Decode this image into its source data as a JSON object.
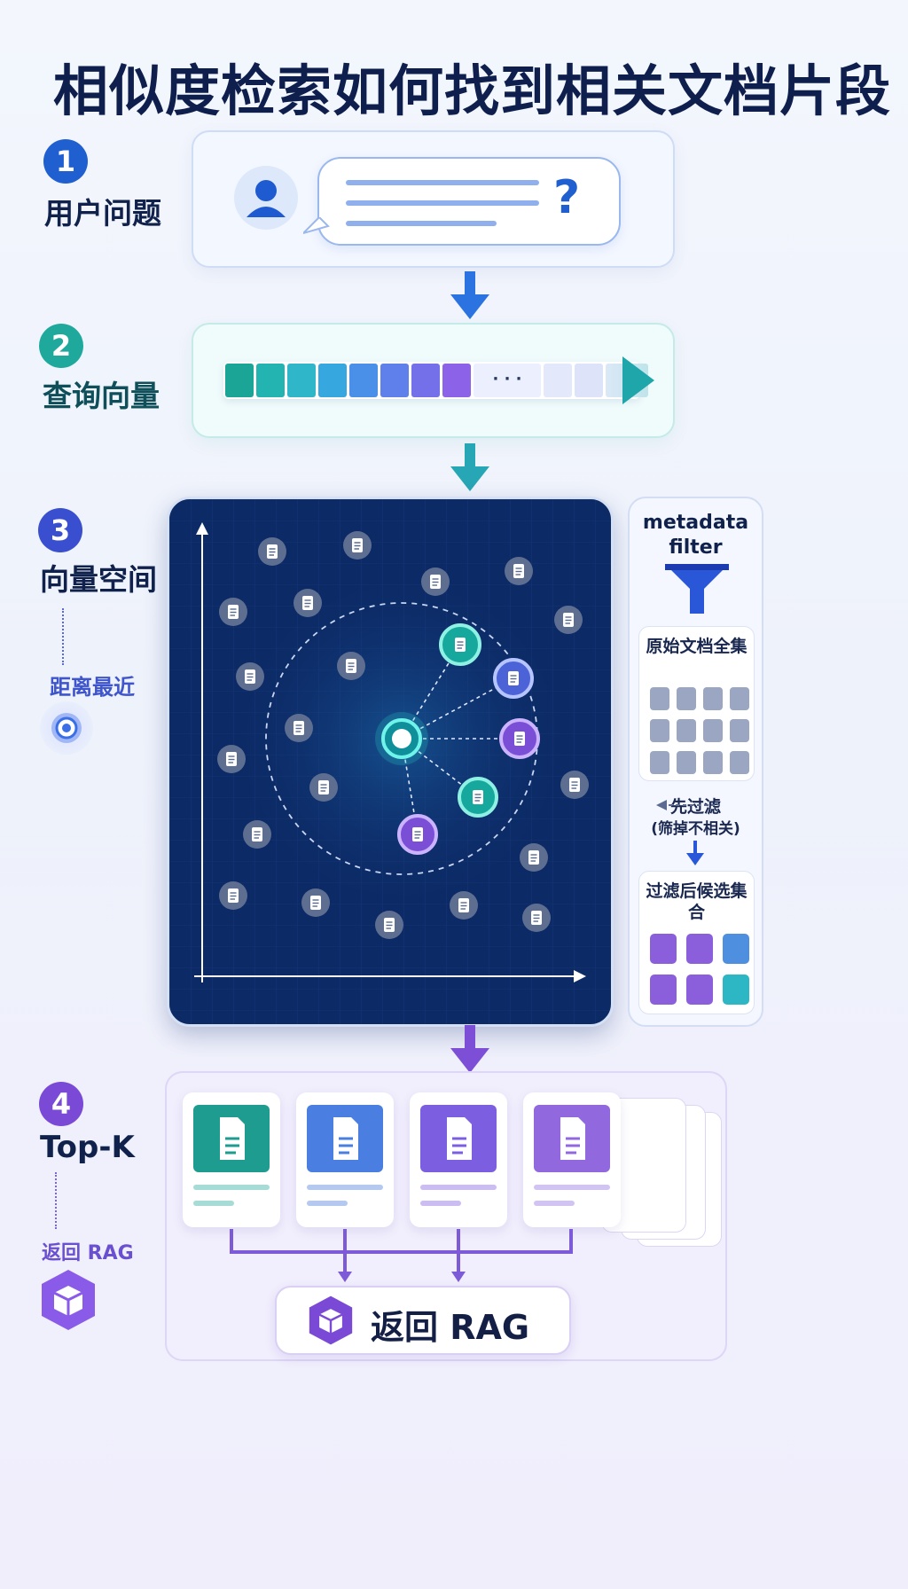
{
  "title": "相似度检索如何找到相关文档片段",
  "steps": [
    {
      "number": "1",
      "label": "用户问题"
    },
    {
      "number": "2",
      "label": "查询向量"
    },
    {
      "number": "3",
      "label": "向量空间"
    },
    {
      "number": "4",
      "label": "Top-K"
    }
  ],
  "query_bubble": {
    "symbol": "?"
  },
  "vector": {
    "ellipsis": "· · ·"
  },
  "nearest_label": "距离最近",
  "metadata": {
    "title": "metadata filter",
    "all_docs_label": "原始文档全集",
    "prefilter_label": "先过滤",
    "prefilter_note": "(筛掉不相关)",
    "candidates_label": "过滤后候选集合"
  },
  "topk_return_small": "返回 RAG",
  "return_button_label": "返回 RAG",
  "colors": {
    "navy_text": "#0f1f4d",
    "blue": "#2563d9",
    "teal": "#22b3a8",
    "purple": "#8b5cf6",
    "space_bg": "#0c2a66"
  },
  "icons": {
    "user": "user-avatar-icon",
    "document": "document-icon",
    "funnel": "funnel-icon",
    "cube": "cube-icon",
    "target": "target-icon"
  }
}
